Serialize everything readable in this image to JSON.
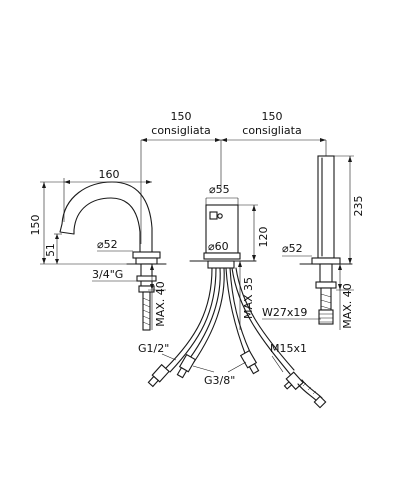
{
  "dimensions": {
    "spacing_left": {
      "value": "150",
      "note": "consigliata"
    },
    "spacing_right": {
      "value": "150",
      "note": "consigliata"
    },
    "spout_reach": "160",
    "spout_height": "150",
    "spout_outlet_height": "51",
    "spout_base_diameter": "⌀52",
    "spout_thread": "3/4\"G",
    "max_deck_left": "MAX. 40",
    "mixer_top_diameter": "⌀55",
    "mixer_base_diameter": "⌀60",
    "mixer_height": "120",
    "max_deck_center": "MAX 35",
    "shower_height": "235",
    "shower_base_diameter": "⌀52",
    "shower_thread": "W27x19",
    "max_deck_right": "MAX. 40",
    "inlet_left": "G1/2\"",
    "inlet_center": "G3/8\"",
    "hose_thread": "M15x1"
  }
}
